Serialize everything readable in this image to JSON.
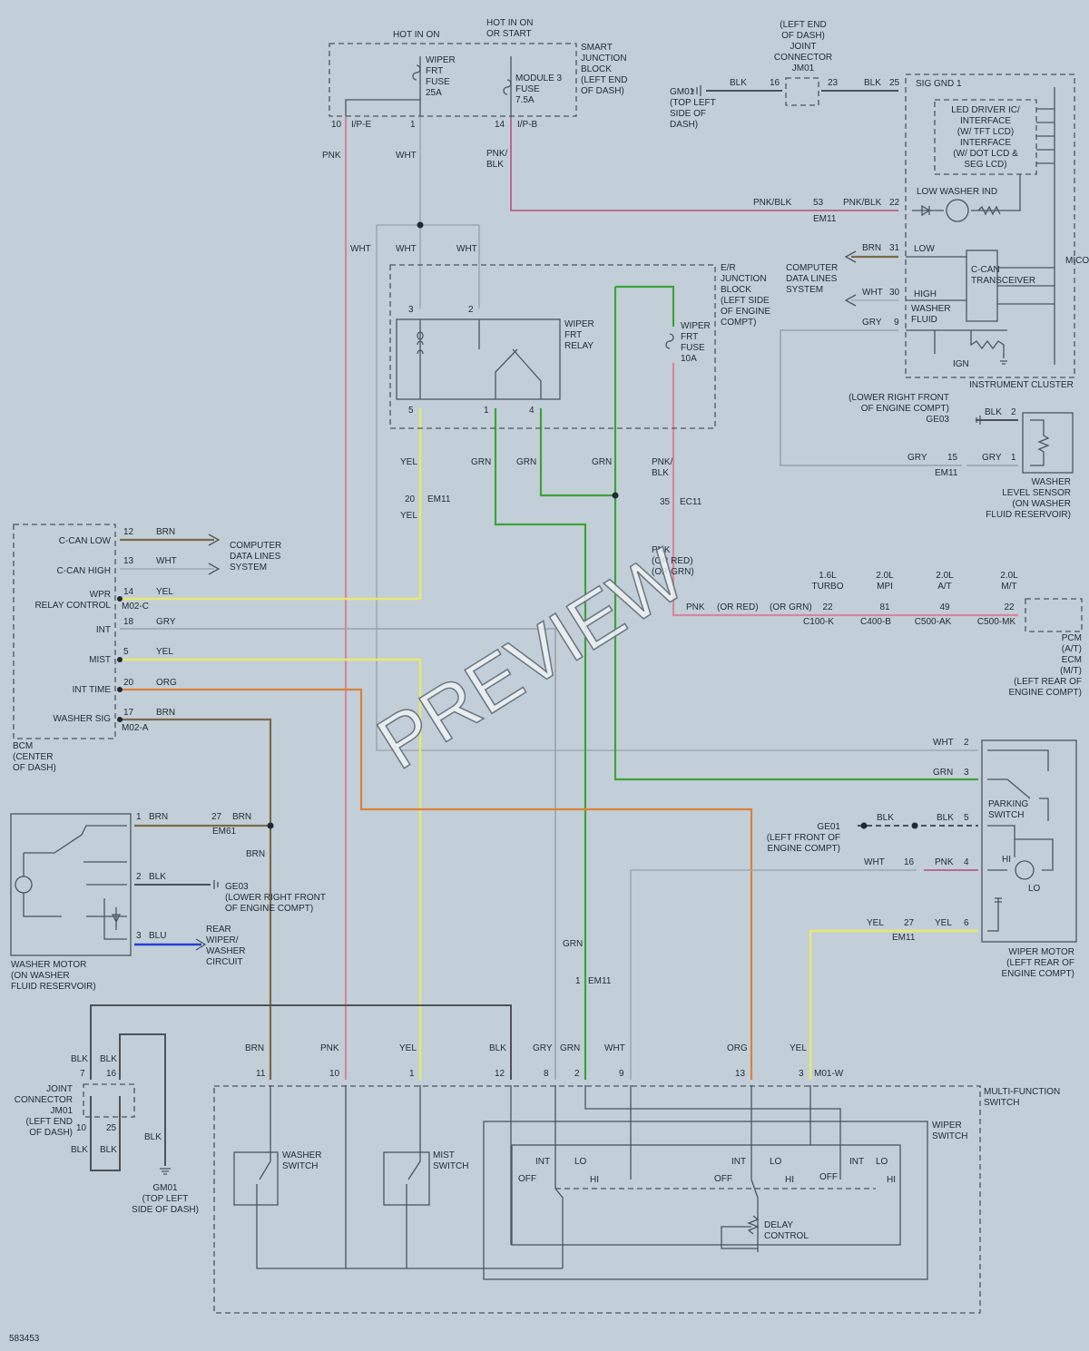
{
  "diagram_id": "583453",
  "watermark": "PREVIEW",
  "header": {
    "hot_in_on": "HOT IN ON",
    "hot_in_on_or_start": "HOT IN ON\nOR START"
  },
  "smart_junction_block": {
    "label": "SMART\nJUNCTION\nBLOCK\n(LEFT END\nOF DASH)",
    "fuse1": "WIPER\nFRT\nFUSE\n25A",
    "fuse2": "MODULE 3\nFUSE\n7.5A",
    "pins": [
      "10",
      "1",
      "14"
    ],
    "conn1": "I/P-E",
    "conn2": "I/P-B"
  },
  "joint_connector_top": {
    "label": "(LEFT END\nOF DASH)\nJOINT\nCONNECTOR\nJM01",
    "pin_a": "16",
    "pin_b": "23"
  },
  "gm01_top": {
    "label": "GM01\n(TOP LEFT\nSIDE OF\nDASH)"
  },
  "instrument_cluster": {
    "label": "INSTRUMENT CLUSTER",
    "sig_gnd": "SIG GND 1",
    "led_driver": "LED DRIVER IC/\nINTERFACE\n(W/ TFT LCD)\nINTERFACE\n(W/ DOT LCD &\nSEG LCD)",
    "low_washer_ind": "LOW WASHER IND",
    "micom": "MICOM",
    "transceiver": "C-CAN\nTRANSCEIVER",
    "low": "LOW",
    "high": "HIGH",
    "washer_fluid": "WASHER\nFLUID",
    "ign": "IGN",
    "pins": {
      "p25": "25",
      "p22": "22",
      "p31": "31",
      "p30": "30",
      "p9": "9"
    }
  },
  "computer_data_lines_right": "COMPUTER\nDATA LINES\nSYSTEM",
  "computer_data_lines_left": "COMPUTER\nDATA LINES\nSYSTEM",
  "er_junction_block": {
    "label": "E/R\nJUNCTION\nBLOCK\n(LEFT SIDE\nOF ENGINE\nCOMPT)",
    "relay": "WIPER\nFRT\nRELAY",
    "fuse": "WIPER\nFRT\nFUSE\n10A",
    "pins": [
      "3",
      "2",
      "5",
      "1",
      "4"
    ]
  },
  "bcm": {
    "label": "BCM\n(CENTER\nOF DASH)",
    "rows": [
      {
        "name": "C-CAN LOW",
        "pin": "12",
        "wire": "BRN"
      },
      {
        "name": "C-CAN HIGH",
        "pin": "13",
        "wire": "WHT"
      },
      {
        "name": "WPR\nRELAY CONTROL",
        "pin": "14",
        "wire": "YEL"
      },
      {
        "name": "INT",
        "pin": "18",
        "wire": "GRY"
      },
      {
        "name": "MIST",
        "pin": "5",
        "wire": "YEL"
      },
      {
        "name": "INT TIME",
        "pin": "20",
        "wire": "ORG"
      },
      {
        "name": "WASHER SIG",
        "pin": "17",
        "wire": "BRN"
      }
    ],
    "conn_c": "M02-C",
    "conn_a": "M02-A"
  },
  "washer_level_sensor": {
    "label": "WASHER\nLEVEL SENSOR\n(ON WASHER\nFLUID RESERVOIR)",
    "ge03": "(LOWER RIGHT FRONT\nOF ENGINE COMPT)\nGE03",
    "pin2": "2",
    "pin1": "1",
    "pin15": "15",
    "conn": "EM11"
  },
  "pcm": {
    "label": "PCM\n(A/T)\nECM\n(M/T)\n(LEFT REAR OF\nENGINE COMPT)",
    "variants": [
      {
        "name": "1.6L\nTURBO",
        "pin": "22",
        "conn": "C100-K"
      },
      {
        "name": "2.0L\nMPI",
        "pin": "81",
        "conn": "C400-B"
      },
      {
        "name": "2.0L\nA/T",
        "pin": "49",
        "conn": "C500-AK"
      },
      {
        "name": "2.0L\nM/T",
        "pin": "22",
        "conn": "C500-MK"
      }
    ],
    "pnk_note": "PNK\n(OR RED)\n(OR GRN)",
    "line_label_pnk": "PNK",
    "line_label_red": "(OR RED)",
    "line_label_grn": "(OR GRN)"
  },
  "wiper_motor": {
    "label": "WIPER MOTOR\n(LEFT REAR OF\nENGINE COMPT)",
    "parking": "PARKING\nSWITCH",
    "hi": "HI",
    "lo": "LO",
    "pins": [
      "2",
      "3",
      "5",
      "4",
      "6"
    ],
    "ge01": "GE01\n(LEFT FRONT OF\nENGINE COMPT)",
    "pin16": "16",
    "pin27": "27",
    "conn": "EM11"
  },
  "washer_motor": {
    "label": "WASHER MOTOR\n(ON WASHER\nFLUID RESERVOIR)",
    "pins": [
      "1",
      "2",
      "3"
    ],
    "pin27": "27",
    "conn": "EM61",
    "ge03": "GE03\n(LOWER RIGHT FRONT\nOF ENGINE COMPT)",
    "rear": "REAR\nWIPER/\nWASHER\nCIRCUIT"
  },
  "joint_connector_bottom": {
    "label": "JOINT\nCONNECTOR\nJM01\n(LEFT END\nOF DASH)",
    "pins": [
      "7",
      "16",
      "10",
      "25"
    ]
  },
  "gm01_bottom": {
    "label": "GM01\n(TOP LEFT\nSIDE OF DASH)"
  },
  "multi_function_switch": {
    "label": "MULTI-FUNCTION\nSWITCH",
    "wiper_switch": "WIPER\nSWITCH",
    "washer_switch": "WASHER\nSWITCH",
    "mist_switch": "MIST\nSWITCH",
    "delay_control": "DELAY\nCONTROL",
    "conn": "M01-W",
    "pins": [
      {
        "pin": "11",
        "wire": "BRN"
      },
      {
        "pin": "10",
        "wire": "PNK"
      },
      {
        "pin": "1",
        "wire": "YEL"
      },
      {
        "pin": "12",
        "wire": "BLK"
      },
      {
        "pin": "8",
        "wire": "GRY"
      },
      {
        "pin": "2",
        "wire": "GRN"
      },
      {
        "pin": "9",
        "wire": "WHT"
      },
      {
        "pin": "13",
        "wire": "ORG"
      },
      {
        "pin": "3",
        "wire": "YEL"
      }
    ],
    "int": "INT",
    "lo": "LO",
    "off": "OFF",
    "hi": "HI"
  },
  "wire_labels": {
    "pnk": "PNK",
    "wht": "WHT",
    "pnkblk": "PNK/\nBLK",
    "pnkblk_h": "PNK/BLK",
    "blk": "BLK",
    "brn": "BRN",
    "yel": "YEL",
    "grn": "GRN",
    "gry": "GRY",
    "org": "ORG",
    "blu": "BLU",
    "pnk_or": "PNK\n(OR RED)\n(OR GRN)",
    "em11": "EM11",
    "ec11": "EC11",
    "pin53": "53",
    "pin20": "20",
    "pin35": "35",
    "pin1": "1"
  },
  "colors": {
    "background": "#c3cfd8",
    "pink": "#d7869e",
    "yellow": "#e8e870",
    "green": "#3ca33a",
    "orange": "#d9823c",
    "brown": "#7a6a45",
    "blue": "#2040d8"
  }
}
